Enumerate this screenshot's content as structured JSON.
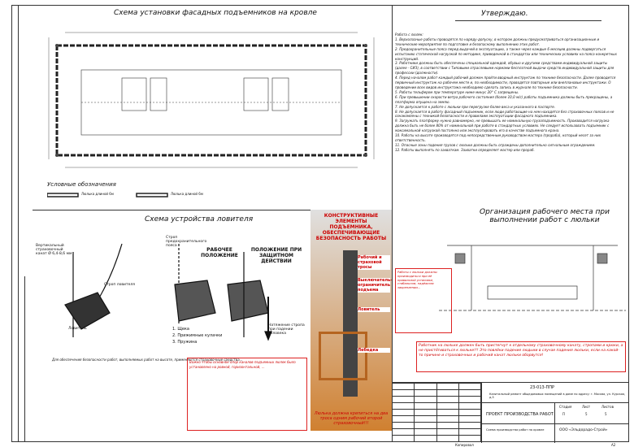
{
  "sheet": {
    "title_facade": "Схема установки фасадных подъемников на кровле",
    "approve": "Утверждаю.",
    "legend_title": "Условные обозначения",
    "legend_item1": "Люлька длиной 6м",
    "legend_item2": "Люлька длиной 6м",
    "catcher_title": "Схема устройства ловителя",
    "label_rope": "Вертикальный страховочный канат Ø 6,4-8,6 мм",
    "label_string": "Строп предохранительного пояса",
    "label_strop": "Строп ловителя",
    "label_catcher": "Ловитель",
    "work_pos": "РАБОЧЕЕ ПОЛОЖЕНИЕ",
    "protect_pos": "ПОЛОЖЕНИЕ ПРИ ЗАЩИТНОМ ДЕЙСТВИИ",
    "tension": "Натяжение стропа при падении человека",
    "parts": [
      "1. Щека",
      "2. Прижимные кулачки",
      "3. Пружина"
    ],
    "poster_title": "КОНСТРУКТИВНЫЕ ЭЛЕМЕНТЫ ПОДЪЕМНИКА, ОБЕСПЕЧИВАЮЩИЕ БЕЗОПАСНОСТЬ РАБОТЫ",
    "poster_ropes": "Рабочий и страховой тросы",
    "poster_limit": "Выключатель-ограничитель подъема",
    "poster_catcher": "Ловитель",
    "poster_winch": "Лебедка",
    "poster_caption": "Люлька должна крепиться на два троса одним рабочий второй страховочный!!!",
    "org_title": "Организация рабочего места при выполнении работ с люльки",
    "red_note1": "Работы с люльки должны производиться при её правильной установке, стабильном, надёжном закреплении...",
    "red_note2": "Работник на люльке должен быть пристегнут к отдельному страховочному канату, стропами и крюки, а не пристёгиваться к люльке!!! Это повлёки падение людьми в случае падения люльки, если на какой-то причине и страховочных и рабочий канат люльки оборвутся!",
    "red_note3": "Важно чтобы основное опор каналов подъемных люлек было установлено на ровной, горизонтальной, ...",
    "bottom_text": "Для обеспечения безопасности работ, выполняемых работ на высоте, применяются страховочные средства...",
    "notes_head": "Работа с люлек:",
    "notes": [
      "1. Верхолазные работы проводятся по наряду-допуску, в котором должны предусматриваться организационные и технические мероприятия по подготовке и безопасному выполнению этих работ.",
      "2. Предохранительные пояса перед выдачей в эксплуатацию, а также через каждые 6 месяцев должны подвергаться испытанию статической нагрузкой по методике, приведенной в стандартах или технических условиях на пояса конкретных конструкций.",
      "3. Работники должны быть обеспечены специальной одеждой, обувью и другими средствами индивидуальной защиты (далее - СИЗ), в соответствии с Типовыми отраслевыми нормами бесплатной выдачи средств индивидуальной защиты для профессии (должности).",
      "4. Перед началом работ каждый рабочий должен пройти вводный инструктаж по технике безопасности. Далее проводится первичный инструктаж на рабочем месте и, по необходимости, проводятся повторные или внеплановые инструктажи. О проведении всех видов инструктажа необходимо сделать запись в журнале по технике безопасности.",
      "5. Работы тельфером при температуре ниже минус 20° С запрещены.",
      "6. При превышении скорости ветра рабочего состояния (более 10,0 м/с) работы подъемника должны быть прекращены, а платформа опущена на землю.",
      "7. Не допускается к работе с люльки при перегрузке более веса и указанного в паспорте.",
      "8. Не допускается в работу фасадный подъемник, если люди работающие на нем находятся без страховочных поясов и не ознакомлены с техникой безопасности и правилами эксплуатации фасадного подъемника.",
      "9. Загружать платформу нужно равномерно, не превышать ее номинальную грузоподъемность. Производится нагрузка должна быть не более 80% от номинальной при работе в стандартных условиях. Не следует использовать подъемник с максимальной нагрузкой постоянно или эксплуатировать его в качестве подъемного крана.",
      "10. Работы на высоте производятся под непосредственным руководством мастера (прораба), который несет за них ответственность.",
      "11. Опасные зоны падения грузов с люльки должны быть ограждены дополнительно сигнальным ограждением.",
      "12. Работы выполнять по захваткам. Захватки определяет мастер или прораб."
    ],
    "stamp_code": "23-013-ППР",
    "stamp_desc": "Капитальный ремонт общедомовых помещений в доме по адресу: г. Москва, ул. Курская, д.5",
    "stamp_project": "ПРОЕКТ ПРОИЗВОДСТВА РАБОТ",
    "stamp_stage": "Стадия",
    "stamp_sheet": "Лист",
    "stamp_sheets": "Листов",
    "stamp_stage_val": "П",
    "stamp_sheet_val": "5",
    "stamp_sheets_val": "5",
    "stamp_content": "Схема производства работ на кровле",
    "stamp_org": "ООО «Эльдорадо-Строй»",
    "copied": "Копировал",
    "format": "А2"
  }
}
